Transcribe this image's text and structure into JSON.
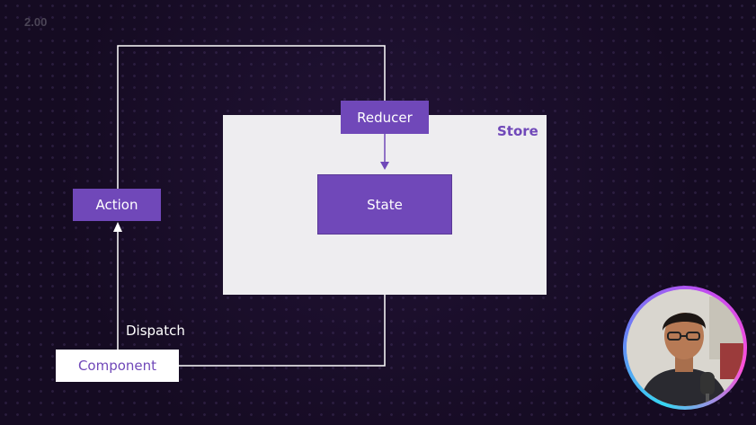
{
  "slide": {
    "number": "2.00"
  },
  "diagram": {
    "store_label": "Store",
    "reducer_label": "Reducer",
    "state_label": "State",
    "action_label": "Action",
    "component_label": "Component",
    "dispatch_label": "Dispatch"
  },
  "colors": {
    "accent_purple": "#7048b9",
    "store_background": "#eeedf0",
    "background": "#150b22",
    "connector": "#ffffff"
  },
  "webcam": {
    "icon": "presenter-webcam"
  }
}
